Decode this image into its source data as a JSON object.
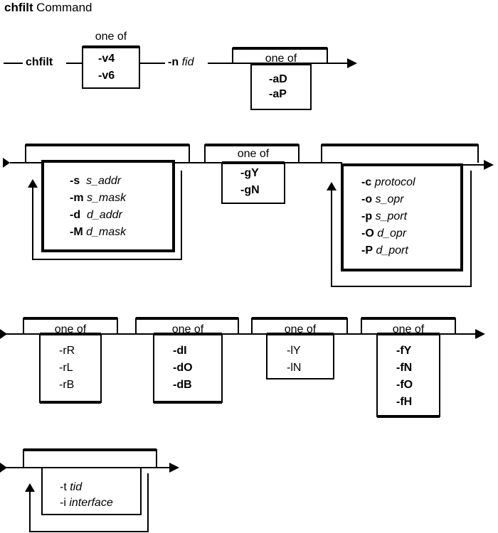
{
  "title": {
    "command": "chfilt",
    "word": "Command"
  },
  "line1": {
    "start_label": "chfilt",
    "group1": {
      "caption": "one of",
      "options": [
        "-v4",
        "-v6"
      ]
    },
    "n_flag": "-n",
    "n_arg": "fid",
    "group2": {
      "caption": "one of",
      "options": [
        "-aD",
        "-aP"
      ]
    }
  },
  "line2": {
    "group_addr": {
      "options": [
        {
          "flag": "-s",
          "arg": "s_addr"
        },
        {
          "flag": "-m",
          "arg": "s_mask"
        },
        {
          "flag": "-d",
          "arg": "d_addr"
        },
        {
          "flag": "-M",
          "arg": "d_mask"
        }
      ]
    },
    "group_g": {
      "caption": "one of",
      "options": [
        "-gY",
        "-gN"
      ]
    },
    "group_proto": {
      "options": [
        {
          "flag": "-c",
          "arg": "protocol"
        },
        {
          "flag": "-o",
          "arg": "s_opr"
        },
        {
          "flag": "-p",
          "arg": "s_port"
        },
        {
          "flag": "-O",
          "arg": "d_opr"
        },
        {
          "flag": "-P",
          "arg": "d_port"
        }
      ]
    }
  },
  "line3": {
    "group_r": {
      "caption": "one of",
      "options": [
        "-rR",
        "-rL",
        "-rB"
      ]
    },
    "group_d": {
      "caption": "one of",
      "options": [
        "-dI",
        "-dO",
        "-dB"
      ]
    },
    "group_l": {
      "caption": "one of",
      "options": [
        "-lY",
        "-lN"
      ]
    },
    "group_f": {
      "caption": "one of",
      "options": [
        "-fY",
        "-fN",
        "-fO",
        "-fH"
      ]
    }
  },
  "line4": {
    "group_t": {
      "options": [
        {
          "flag": "-t",
          "arg": "tid"
        },
        {
          "flag": "-i",
          "arg": "interface"
        }
      ]
    }
  }
}
